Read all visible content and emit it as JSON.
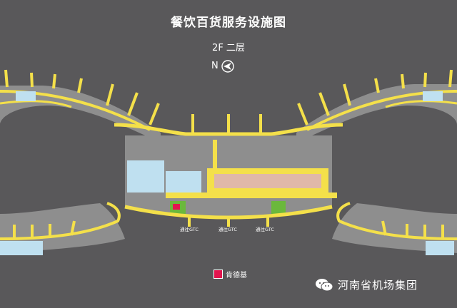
{
  "header": {
    "title": "餐饮百货服务设施图",
    "floor": "2F 二层",
    "north_label": "N"
  },
  "gtc_labels": [
    "通往GTC",
    "通往GTC",
    "通往GTC"
  ],
  "legend": {
    "label": "肯德基",
    "color": "#e2154e"
  },
  "watermark": {
    "text": "河南省机场集团"
  },
  "colors": {
    "background": "#59585a",
    "terminal": "#8e8e8e",
    "corridor": "#f4e04a",
    "gate_area": "#bfe0f0",
    "shop": "#e0b8a8",
    "green_area": "#6bb83c",
    "kfc": "#e2154e"
  }
}
